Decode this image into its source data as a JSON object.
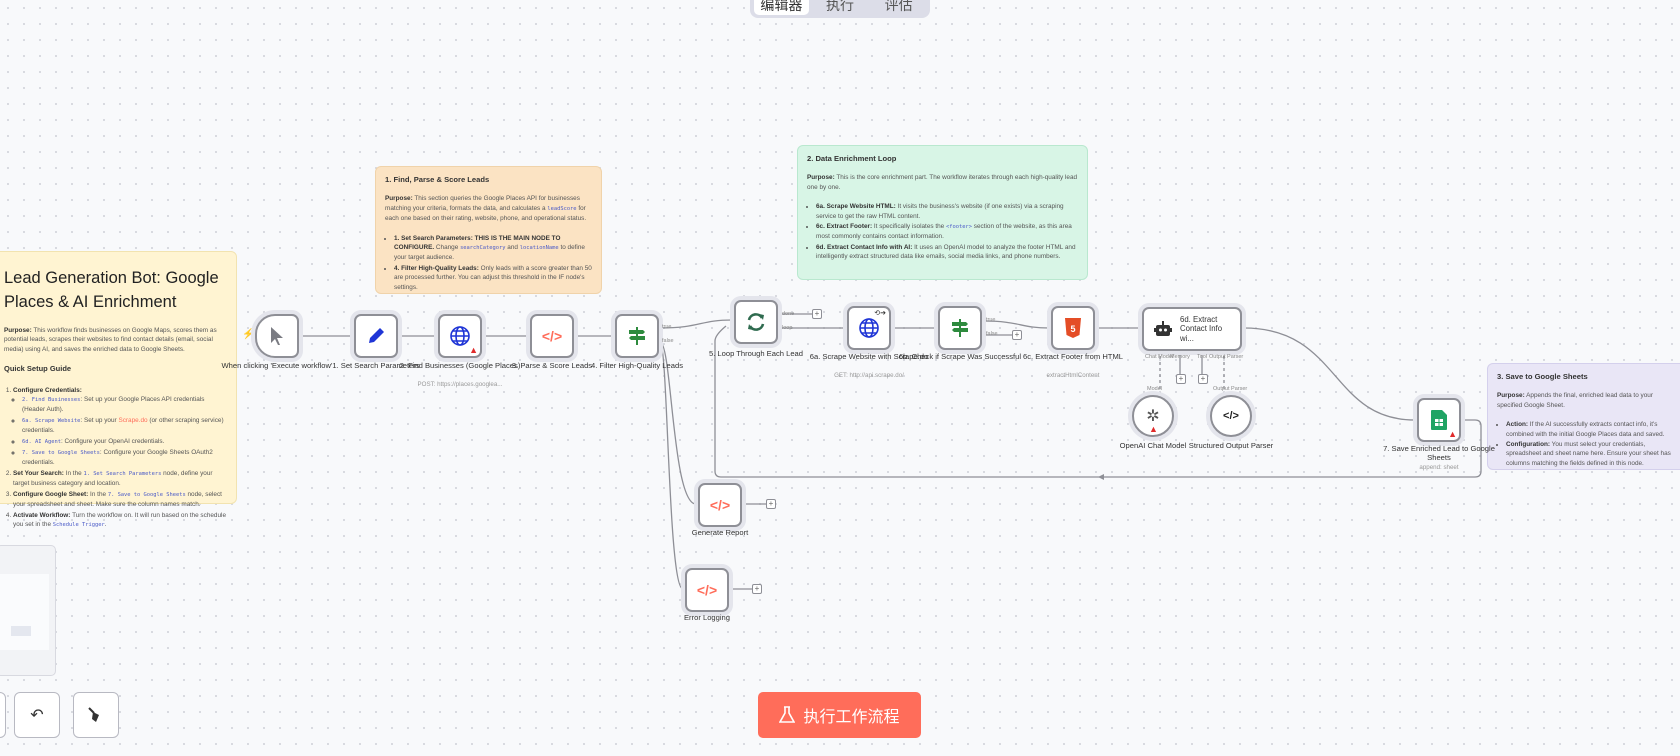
{
  "tabs": [
    "编辑器",
    "执行",
    "评估"
  ],
  "stickies": {
    "main": {
      "title": "Lead Generation Bot: Google Places & AI Enrichment",
      "purpose_label": "Purpose:",
      "purpose": "This workflow finds businesses on Google Maps, scores them as potential leads, scrapes their websites to find contact details (email, social media) using AI, and saves the enriched data to Google Sheets.",
      "guide_title": "Quick Setup Guide",
      "step1": "Configure Credentials:",
      "c1_code": "2. Find Businesses",
      "c1": ": Set up your Google Places API credentials (Header Auth).",
      "c2_code": "6a. Scrape Website",
      "c2a": ": Set up your ",
      "c2_link": "Scrape.do",
      "c2b": " (or other scraping service) credentials.",
      "c3_code": "6d. AI Agent",
      "c3": ": Configure your OpenAI credentials.",
      "c4_code": "7. Save to Google Sheets",
      "c4": ": Configure your Google Sheets OAuth2 credentials.",
      "step2": "Set Your Search:",
      "s2a": " In the ",
      "s2_code": "1. Set Search Parameters",
      "s2b": " node, define your target business category and location.",
      "step3": "Configure Google Sheet:",
      "s3a": " In the ",
      "s3_code": "7. Save to Google Sheets",
      "s3b": " node, select your spreadsheet and sheet. Make sure the column names match.",
      "step4": "Activate Workflow:",
      "s4a": " Turn the workflow on. It will run based on the schedule you set in the ",
      "s4_code": "Schedule Trigger",
      "s4b": "."
    },
    "s1": {
      "title": "1. Find, Parse & Score Leads",
      "purpose_label": "Purpose:",
      "p_a": " This section queries the Google Places API for businesses matching your criteria, formats the data, and calculates a ",
      "p_code": "leadScore",
      "p_b": " for each one based on their rating, website, phone, and operational status.",
      "b1_bold": "1. Set Search Parameters: THIS IS THE MAIN NODE TO CONFIGURE.",
      "b1_a": " Change ",
      "b1_code1": "searchCategory",
      "b1_b": " and ",
      "b1_code2": "locationName",
      "b1_c": " to define your target audience.",
      "b2_bold": "4. Filter High-Quality Leads:",
      "b2": " Only leads with a score greater than 50 are processed further. You can adjust this threshold in the IF node's settings."
    },
    "s2": {
      "title": "2. Data Enrichment Loop",
      "purpose_label": "Purpose:",
      "purpose": " This is the core enrichment part. The workflow iterates through each high-quality lead one by one.",
      "b1_bold": "6a. Scrape Website HTML:",
      "b1": " It visits the business's website (if one exists) via a scraping service to get the raw HTML content.",
      "b2_bold": "6c. Extract Footer:",
      "b2_a": " It specifically isolates the ",
      "b2_code": "<footer>",
      "b2_b": " section of the website, as this area most commonly contains contact information.",
      "b3_bold": "6d. Extract Contact Info with AI:",
      "b3": " It uses an OpenAI model to analyze the footer HTML and intelligently extract structured data like emails, social media links, and phone numbers."
    },
    "s3": {
      "title": "3. Save to Google Sheets",
      "purpose_label": "Purpose:",
      "purpose": " Appends the final, enriched lead data to your specified Google Sheet.",
      "b1_bold": "Action:",
      "b1": " If the AI successfully extracts contact info, it's combined with the initial Google Places data and saved.",
      "b2_bold": "Configuration:",
      "b2": " You must select your credentials, spreadsheet and sheet name here. Ensure your sheet has columns matching the fields defined in this node."
    }
  },
  "nodes": {
    "trigger": {
      "label": "When clicking 'Execute workflow'"
    },
    "set": {
      "label": "1. Set Search Parameters"
    },
    "find": {
      "label": "2. Find Businesses (Google Places)",
      "sub": "POST: https://places.googlea..."
    },
    "parse": {
      "label": "3. Parse & Score Leads"
    },
    "filter": {
      "label": "4. Filter High-Quality Leads",
      "true": "true",
      "false": "false"
    },
    "loop": {
      "label": "5. Loop Through Each Lead",
      "done": "done",
      "loop": "loop"
    },
    "scrape": {
      "label": "6a. Scrape Website with Scrape.do",
      "sub": "GET: http://api.scrape.do/"
    },
    "check": {
      "label": "6b. Check if Scrape Was Successful",
      "true": "true",
      "false": "false"
    },
    "footer": {
      "label": "6c. Extract Footer from HTML",
      "sub": "extractHtmlContent"
    },
    "agent": {
      "label": "6d. Extract Contact Info wi...",
      "h1": "Chat Model",
      "h2": "Memory",
      "h3": "Tool",
      "h4": "Output Parser"
    },
    "openai": {
      "label": "OpenAI Chat Model",
      "handle": "Model"
    },
    "parser": {
      "label": "Structured Output Parser",
      "handle": "Output Parser"
    },
    "sheets": {
      "label": "7. Save Enriched Lead to Google Sheets",
      "sub": "append: sheet"
    },
    "report": {
      "label": "Generate Report"
    },
    "errlog": {
      "label": "Error Logging"
    }
  },
  "execute_button": "执行工作流程",
  "colors": {
    "accent": "#ff6d5a",
    "code_icon": "#ff6d5a",
    "if_icon": "#2e8b3e",
    "globe": "#1f35d6",
    "warning": "#e02b2b"
  }
}
